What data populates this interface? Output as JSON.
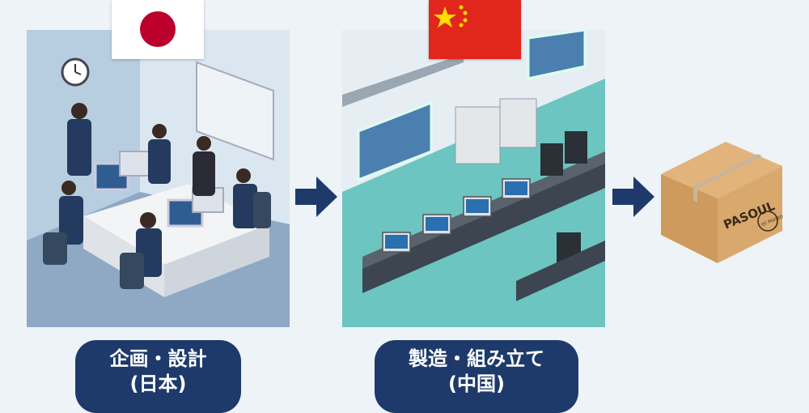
{
  "steps": [
    {
      "label_line1": "企画・設計",
      "label_line2": "(日本)",
      "flag": "japan",
      "scene": "office-design-team"
    },
    {
      "label_line1": "製造・組み立て",
      "label_line2": "(中国)",
      "flag": "china",
      "scene": "factory-assembly-line"
    }
  ],
  "product": {
    "brand": "PASOUL",
    "stamp": "QC PASSED",
    "icon": "cardboard-box"
  },
  "colors": {
    "label_bg": "#1d3a6b",
    "arrow": "#1d3a6b",
    "japan_red": "#bc002d",
    "china_red": "#e1261c",
    "china_star": "#ffde00"
  }
}
